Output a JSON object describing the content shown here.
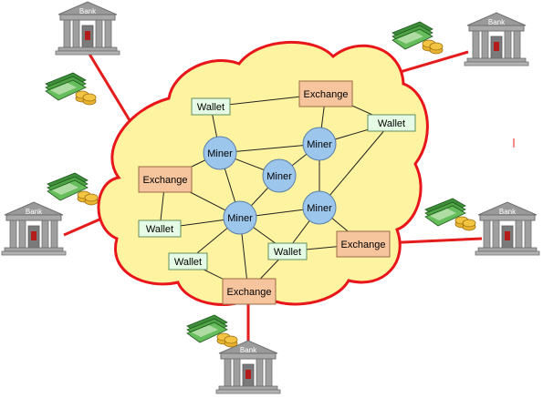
{
  "labels": {
    "wallet": "Wallet",
    "miner": "Miner",
    "exchange": "Exchange",
    "bank": "Bank"
  },
  "colors": {
    "cloud_fill": "#fdf3a0",
    "cloud_stroke": "#e8161b",
    "miner_fill": "#9cc6ec",
    "miner_stroke": "#5a7fa8",
    "wallet_fill": "#e6fbe6",
    "wallet_stroke": "#5f8f5f",
    "exchange_fill": "#f6c59e",
    "exchange_stroke": "#9a6a44",
    "red_link": "#e41c1c",
    "black_link": "#222222",
    "bank_gray": "#8f8f8f"
  },
  "icons": [
    "bank-icon",
    "money-stack-icon"
  ]
}
